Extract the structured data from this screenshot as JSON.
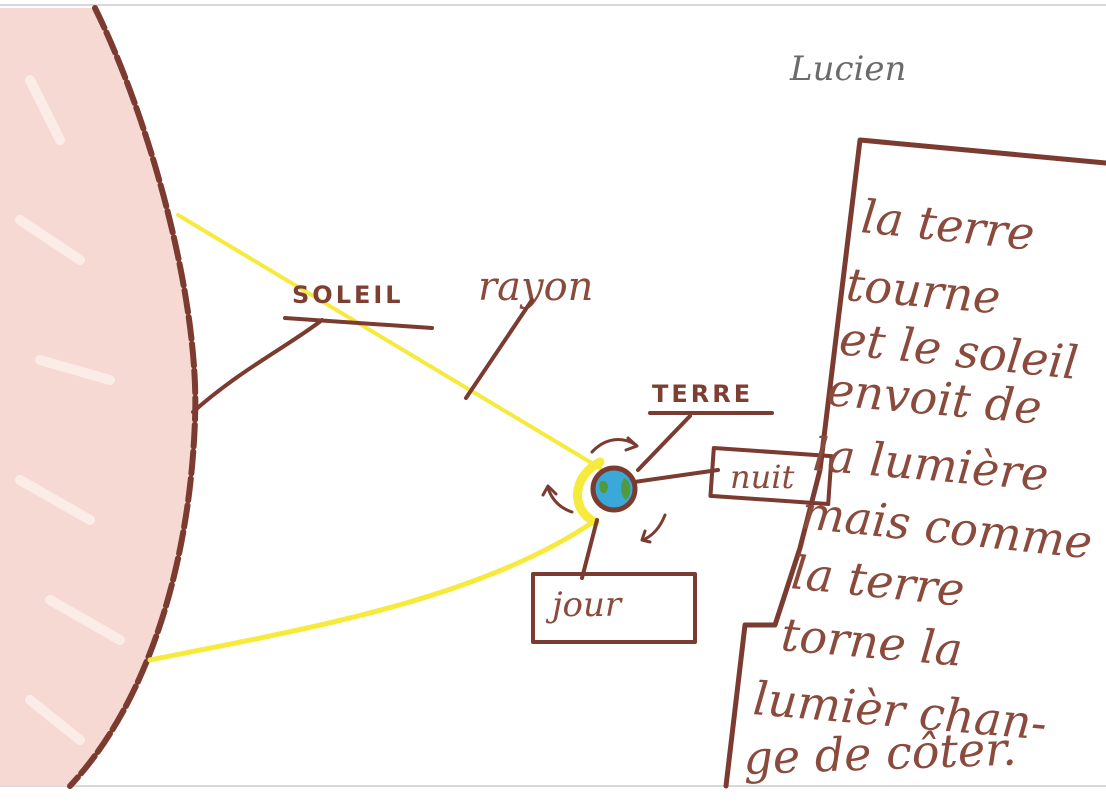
{
  "author": "Lucien",
  "labels": {
    "sun": "SOLEIL",
    "ray": "rayon",
    "earth": "TERRE",
    "night": "nuit",
    "day": "jour"
  },
  "text_block": {
    "lines": [
      "la terre",
      "tourne",
      "et le soleil",
      "envoit de",
      "la lumière",
      "mais comme",
      "la terre",
      "torne la",
      "lumièr chan-",
      "ge de côter."
    ]
  },
  "colors": {
    "ink": "#7b3b30",
    "sun_fill": "#f6d9d3",
    "rays": "#f6ea3c",
    "earth_water": "#3aa8d8",
    "earth_land": "#4f9a3a"
  }
}
